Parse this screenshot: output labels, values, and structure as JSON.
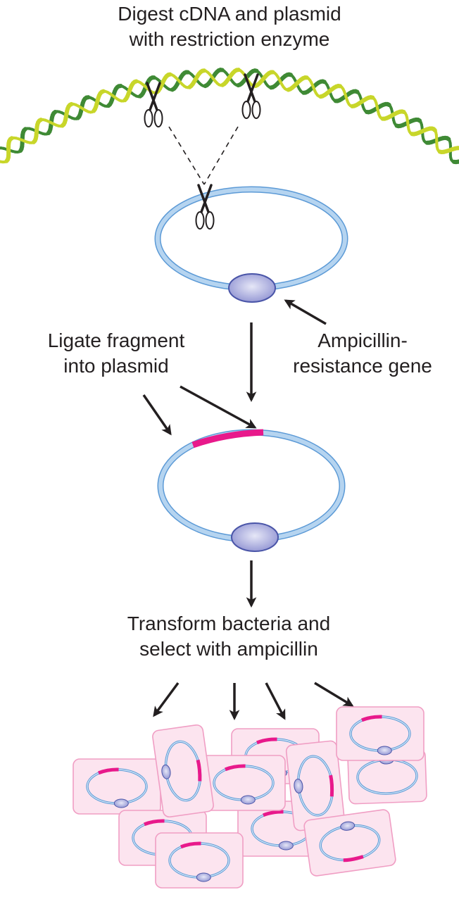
{
  "steps": {
    "digest": {
      "line1": "Digest cDNA and plasmid",
      "line2": "with restriction enzyme"
    },
    "ligate": {
      "line1": "Ligate fragment",
      "line2": "into plasmid"
    },
    "amp_gene": {
      "line1": "Ampicillin-",
      "line2": "resistance gene"
    },
    "transform": {
      "line1": "Transform bacteria and",
      "line2": "select with ampicillin"
    }
  },
  "colors": {
    "dna_dark": "#3f8a35",
    "dna_light": "#c8d62a",
    "plasmid": "#a9ccec",
    "plasmid_edge": "#5c9ad6",
    "gene": "#9ea0d8",
    "gene_edge": "#4a55a8",
    "insert": "#e8198b",
    "cell_fill": "#fce4ef",
    "cell_edge": "#f09ec4",
    "arrow": "#231f20"
  },
  "icons": [
    "scissors-icon",
    "arrow-icon"
  ],
  "bacteria_count": 11
}
